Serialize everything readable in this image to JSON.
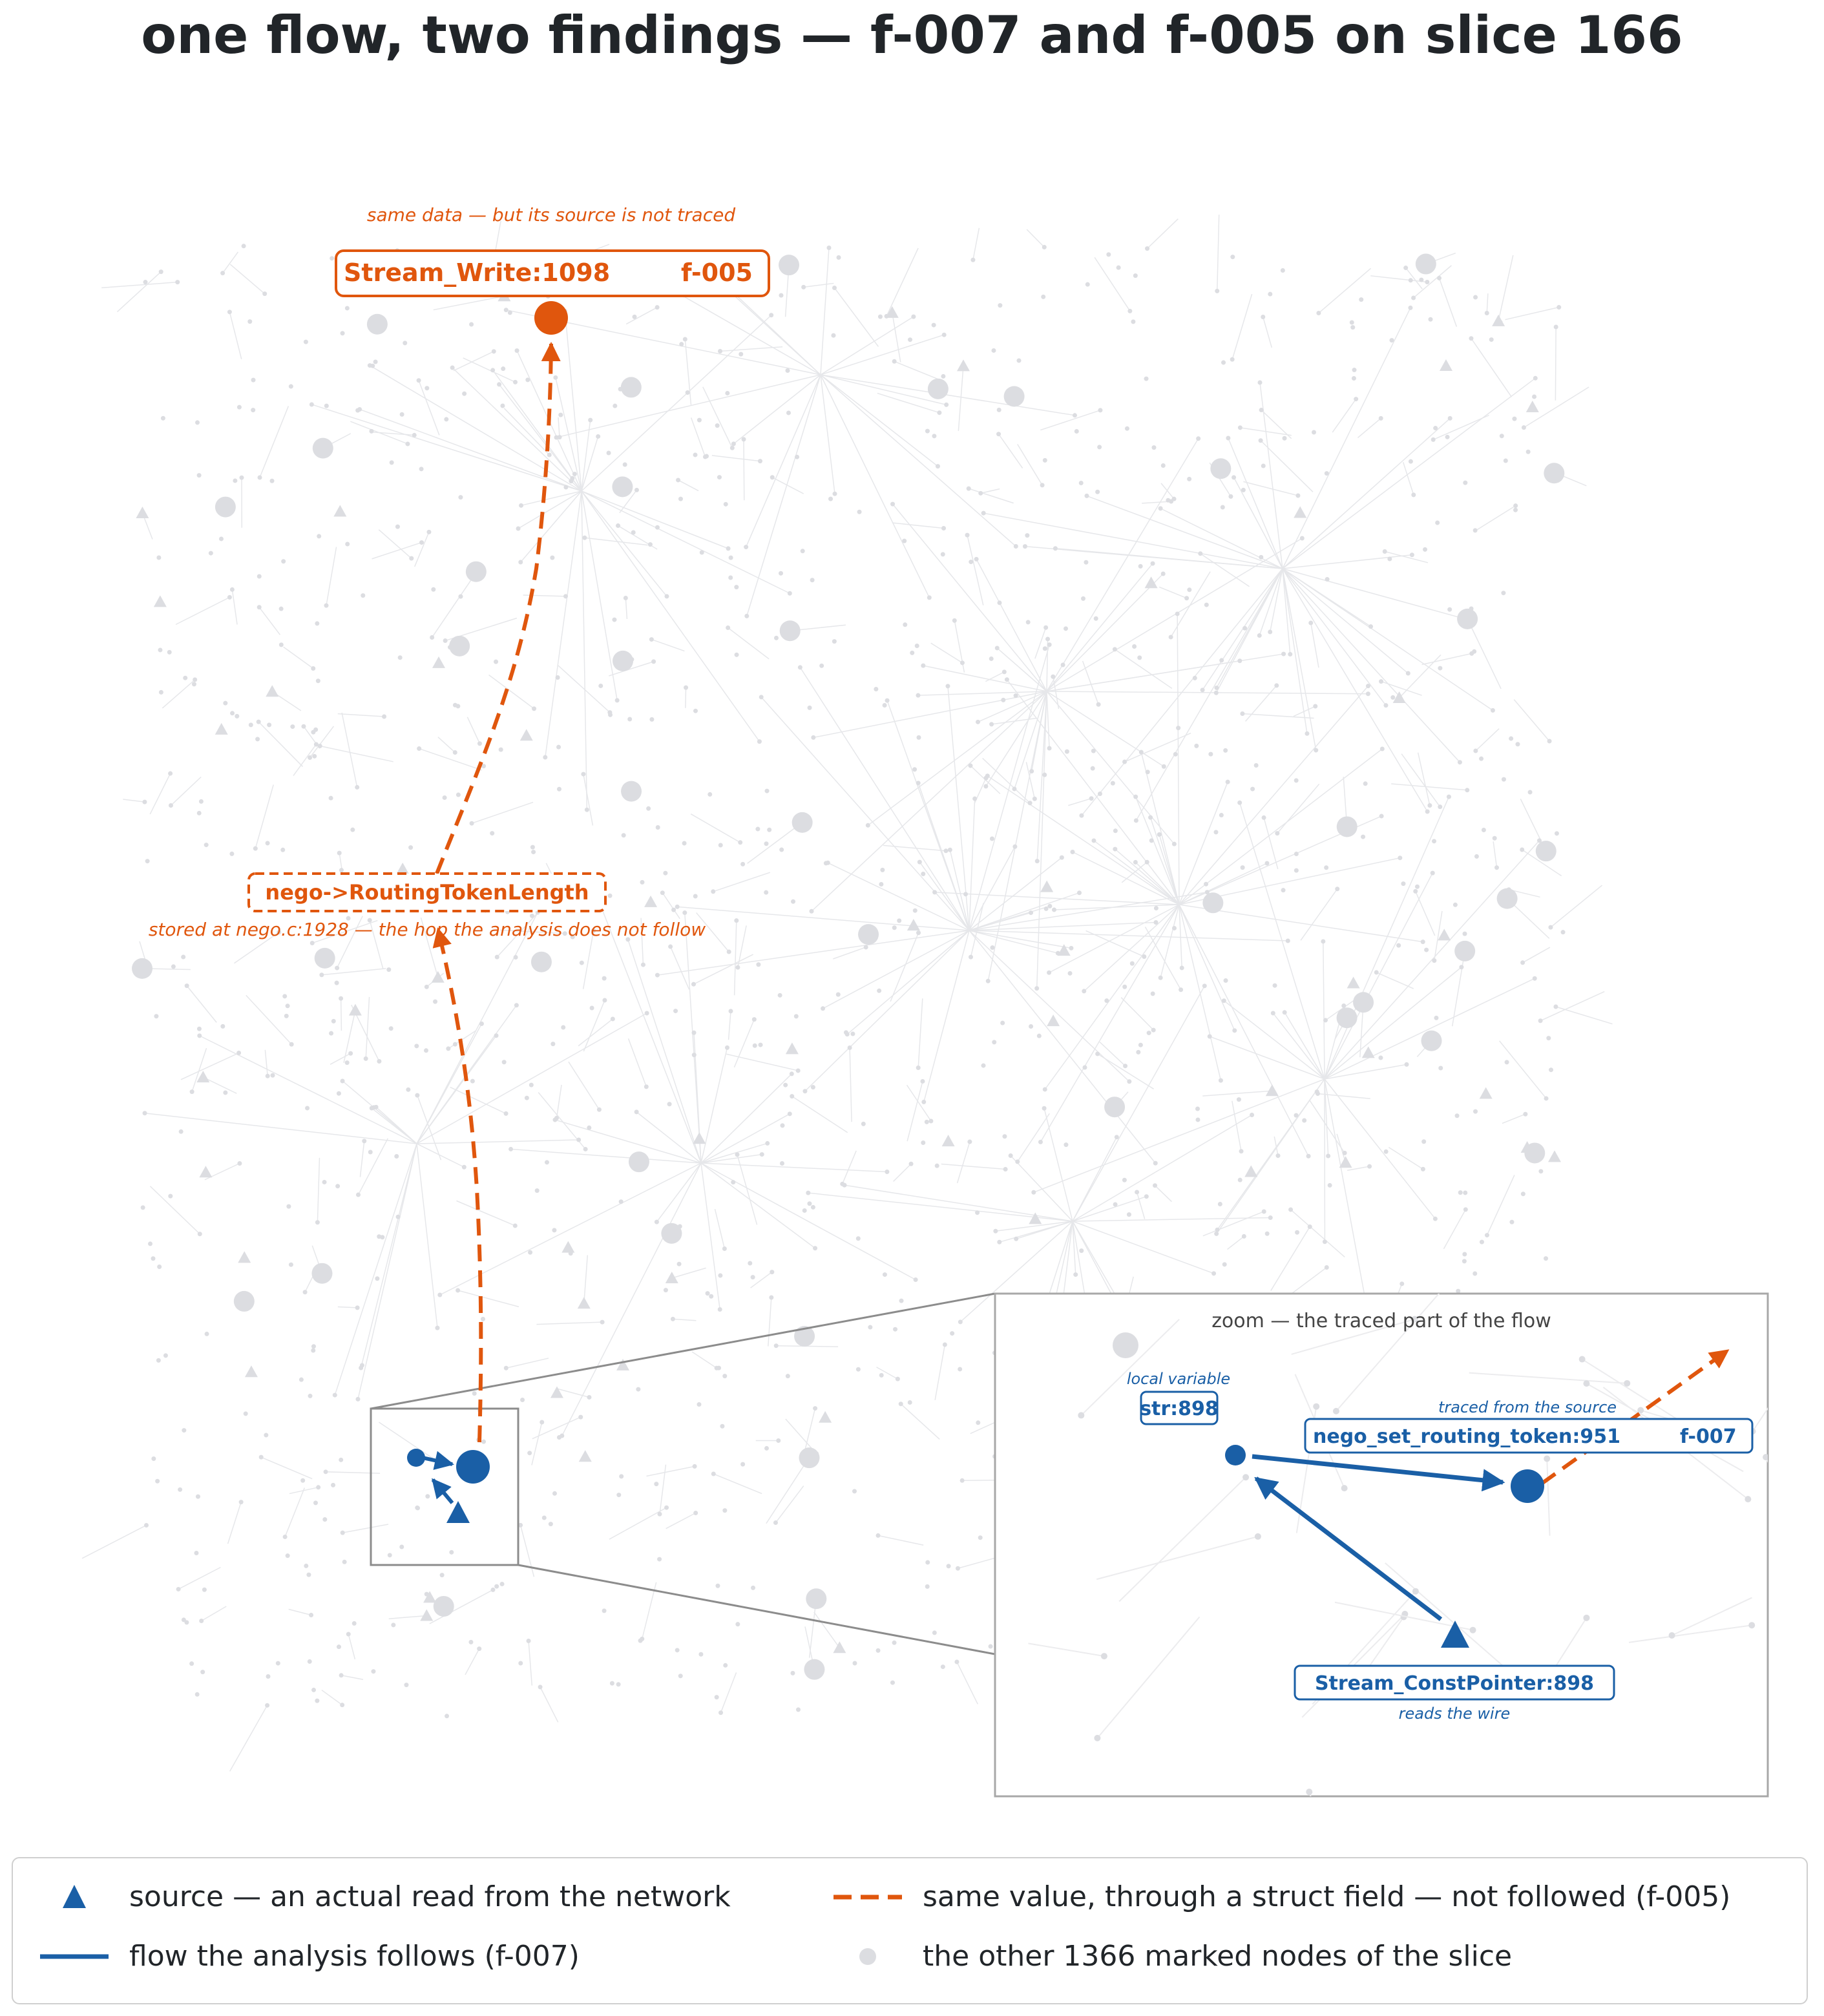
{
  "title": "one flow, two findings — f-007 and f-005 on slice 166",
  "colors": {
    "blue": "#1a5fa6",
    "orange": "#e0560d",
    "gray_node": "#dcdde1",
    "gray_edge": "#e6e7ea",
    "zoom_frame": "#8c8c8c",
    "text_dark": "#212529"
  },
  "annotations": {
    "top_note": "same data — but its source is not traced",
    "sink_label": "Stream_Write:1098",
    "sink_finding": "f-005",
    "field_label": "nego->RoutingTokenLength",
    "field_note": "stored at nego.c:1928 — the hop the analysis does not follow"
  },
  "zoom": {
    "title": "zoom — the traced part of the flow",
    "local_note": "local variable",
    "local_label": "str:898",
    "traced_note": "traced from the source",
    "traced_label": "nego_set_routing_token:951",
    "traced_finding": "f-007",
    "source_label": "Stream_ConstPointer:898",
    "source_note": "reads the wire"
  },
  "legend": {
    "source": "source — an actual read from the network",
    "flow": "flow the analysis follows  (f-007)",
    "struct": "same value, through a struct field — not followed  (f-005)",
    "other": "the other 1366 marked nodes of the slice",
    "icons": {
      "source": "triangle-marker-icon",
      "flow": "solid-line-icon",
      "struct": "dashed-line-icon",
      "other": "gray-dot-icon"
    }
  }
}
